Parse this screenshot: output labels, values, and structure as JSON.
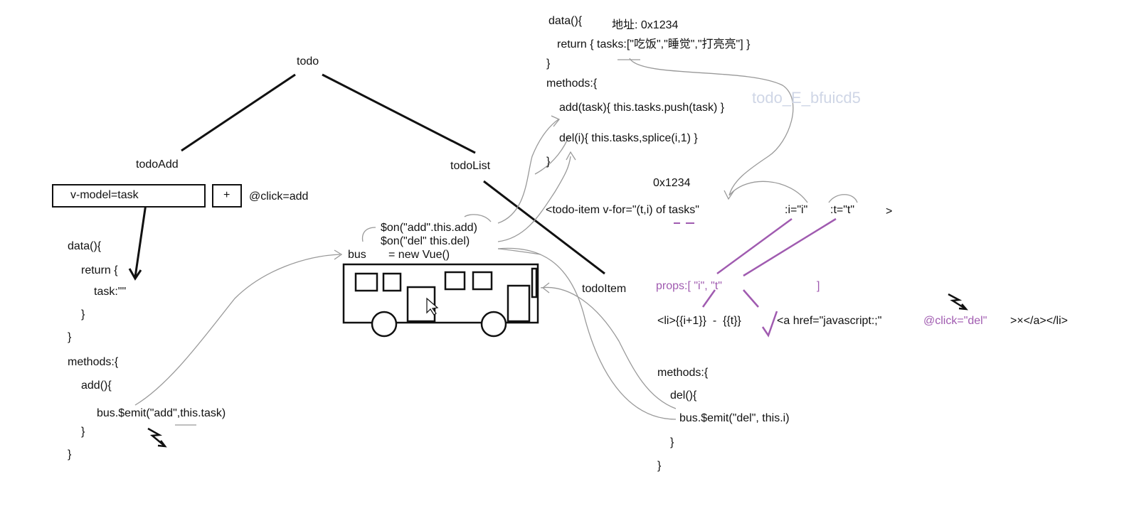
{
  "tree": {
    "root": "todo",
    "add": "todoAdd",
    "list": "todoList",
    "item": "todoItem"
  },
  "todo_add": {
    "input_text": "v-model=task",
    "plus_button": "+",
    "click_handler": "@click=add",
    "code": [
      "data(){",
      "return {",
      "task:\"\"",
      "}",
      "}",
      "methods:{",
      "add(){",
      "bus.$emit(\"add\",this.task)",
      "}",
      "}"
    ]
  },
  "bus": {
    "on_add": "$on(\"add\".this.add)",
    "on_del": "$on(\"del\" this.del)",
    "label": "bus",
    "decl": "= new Vue()"
  },
  "todo_list": {
    "code": [
      "data(){",
      "return { tasks:[\"吃饭\",\"睡觉\",\"打亮亮\"] }",
      "}",
      "methods:{",
      "add(task){ this.tasks.push(task) }",
      "del(i){ this.tasks,splice(i,1) }",
      "}"
    ],
    "address_note": "地址: 0x1234",
    "address_note2": "0x1234",
    "item_tag": "<todo-item v-for=\"(t,i) of tasks\"",
    "bind_i": ":i=\"i\"",
    "bind_t": ":t=\"t\"",
    "tag_close": ">"
  },
  "todo_item": {
    "props": "props:[ \"i\", \"t\"",
    "props_close": "]",
    "li_part1": "<li>{{i+1}}  -  {{t}}",
    "li_part2": "<a href=\"javascript:;\"",
    "li_click": "@click=\"del\"",
    "li_part3": ">×</a></li>",
    "code": [
      "methods:{",
      "del(){",
      "bus.$emit(\"del\", this.i)",
      "}",
      "}"
    ]
  },
  "watermark": "todo_E_bfuicd5"
}
